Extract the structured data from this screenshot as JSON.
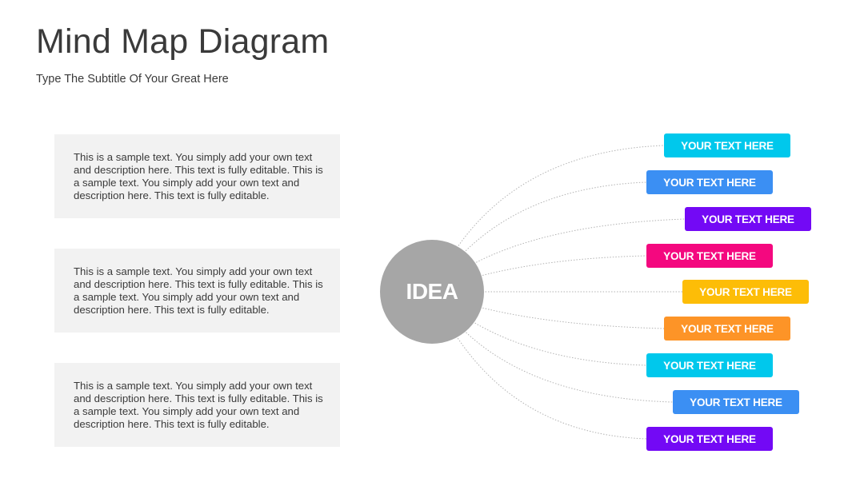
{
  "header": {
    "title": "Mind Map Diagram",
    "subtitle": "Type The Subtitle Of Your Great Here"
  },
  "text_boxes": [
    {
      "text": "This is a sample text. You simply add your own text and description here. This text is fully editable. This is a sample text. You simply add your own text and description here. This text is fully editable."
    },
    {
      "text": "This is a sample text. You simply add your own text and description here. This text is fully editable. This is a sample text. You simply add your own text and description here. This text is fully editable."
    },
    {
      "text": "This is a sample text. You simply add your own text and description here. This text is fully editable. This is a sample text. You simply add your own text and description here. This text is fully editable."
    }
  ],
  "center": {
    "label": "IDEA",
    "color": "#a6a6a6"
  },
  "connector_color": "#b3b3b3",
  "nodes": [
    {
      "label": "YOUR TEXT HERE",
      "color": "#00c8ec"
    },
    {
      "label": "YOUR TEXT HERE",
      "color": "#3b8ff3"
    },
    {
      "label": "YOUR TEXT HERE",
      "color": "#7309f5"
    },
    {
      "label": "YOUR TEXT HERE",
      "color": "#f4087f"
    },
    {
      "label": "YOUR TEXT HERE",
      "color": "#fdbd07"
    },
    {
      "label": "YOUR TEXT HERE",
      "color": "#fd9427"
    },
    {
      "label": "YOUR TEXT HERE",
      "color": "#00c8ec"
    },
    {
      "label": "YOUR TEXT HERE",
      "color": "#3b8ff3"
    },
    {
      "label": "YOUR TEXT HERE",
      "color": "#7309f5"
    }
  ]
}
